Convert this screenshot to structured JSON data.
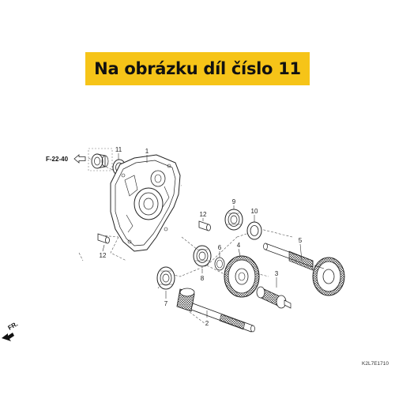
{
  "banner": {
    "text": "Na obrázku díl číslo 11"
  },
  "reference": {
    "text": "F-22-40"
  },
  "front_marker": {
    "text": "FR."
  },
  "diagram_code": "K2L7E1710",
  "parts": [
    {
      "number": "1"
    },
    {
      "number": "2"
    },
    {
      "number": "3"
    },
    {
      "number": "4"
    },
    {
      "number": "5"
    },
    {
      "number": "6"
    },
    {
      "number": "7"
    },
    {
      "number": "8"
    },
    {
      "number": "9"
    },
    {
      "number": "10"
    },
    {
      "number": "11"
    },
    {
      "number": "12"
    },
    {
      "number": "12"
    }
  ],
  "colors": {
    "banner": "#f6c418",
    "line": "#222222"
  }
}
